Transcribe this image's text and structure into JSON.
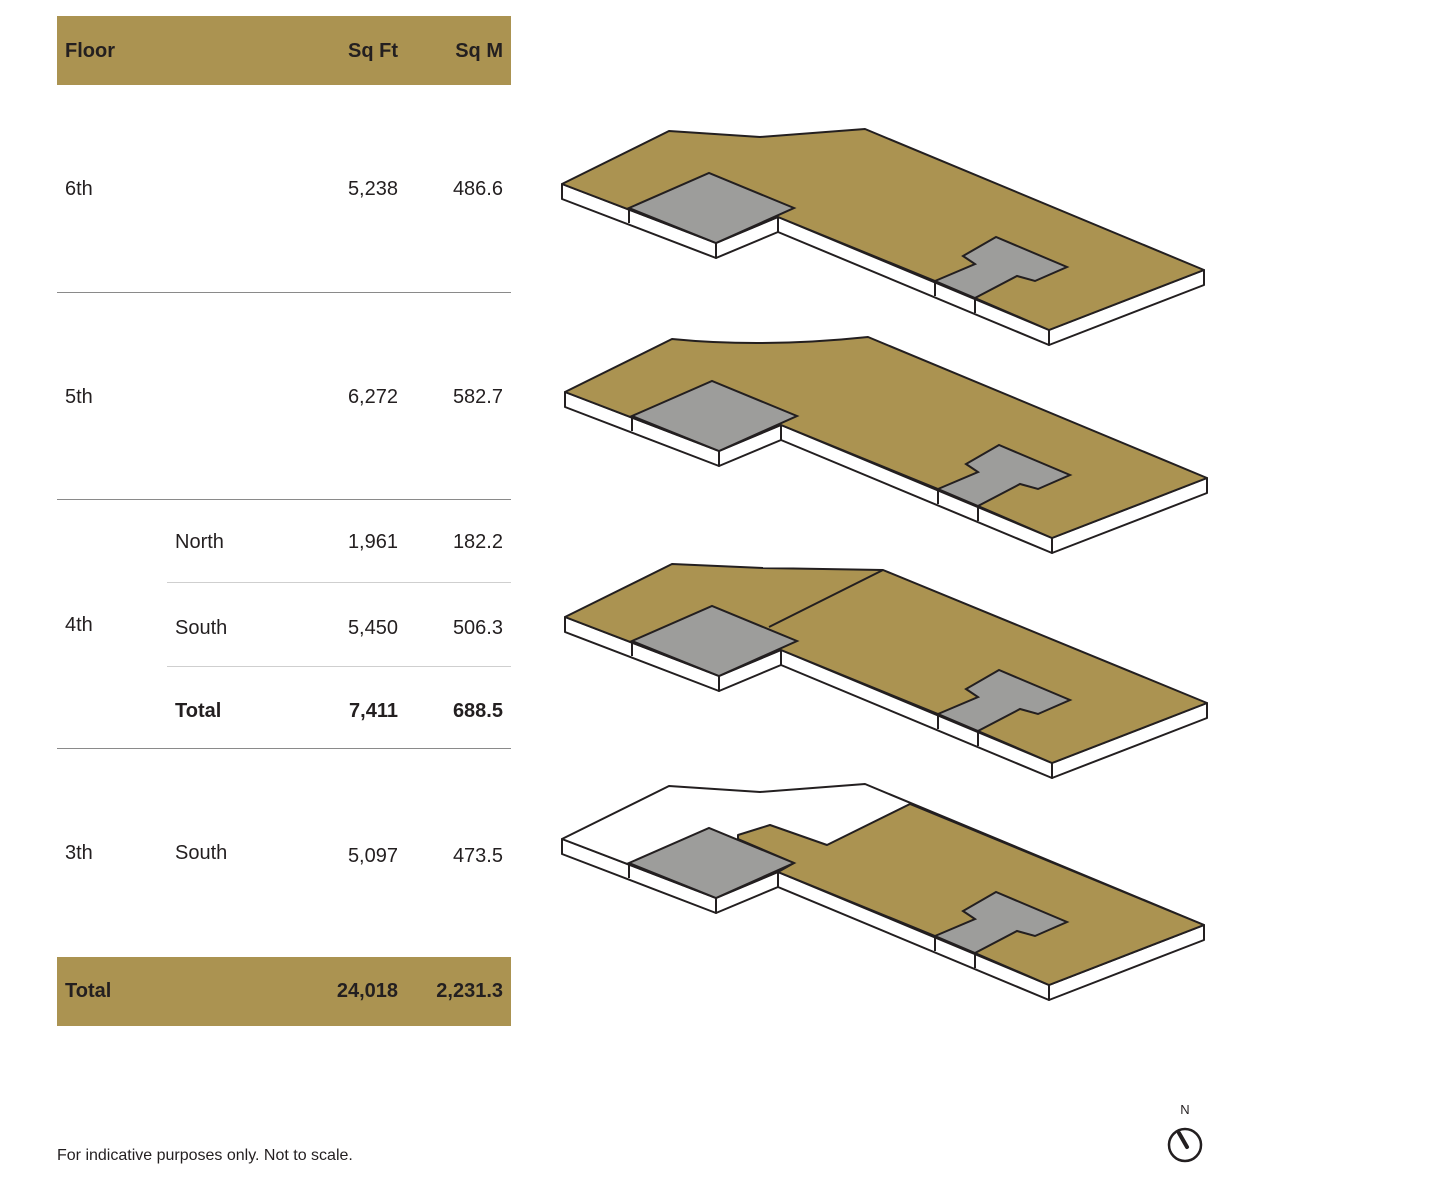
{
  "table": {
    "header": {
      "floor": "Floor",
      "sqft": "Sq Ft",
      "sqm": "Sq M"
    },
    "rows": {
      "sixth": {
        "floor": "6th",
        "sqft": "5,238",
        "sqm": "486.6"
      },
      "fifth": {
        "floor": "5th",
        "sqft": "6,272",
        "sqm": "582.7"
      },
      "fourth": {
        "floor": "4th",
        "north": {
          "zone": "North",
          "sqft": "1,961",
          "sqm": "182.2"
        },
        "south": {
          "zone": "South",
          "sqft": "5,450",
          "sqm": "506.3"
        },
        "total": {
          "zone": "Total",
          "sqft": "7,411",
          "sqm": "688.5"
        }
      },
      "third": {
        "floor": "3th",
        "zone": "South",
        "sqft": "5,097",
        "sqm": "473.5"
      }
    },
    "total": {
      "label": "Total",
      "sqft": "24,018",
      "sqm": "2,231.3"
    }
  },
  "note": "For indicative purposes only. Not to scale.",
  "compass": {
    "label": "N"
  },
  "colors": {
    "accent": "#ab9351",
    "core": "#9d9d9b",
    "outline": "#231f20"
  }
}
